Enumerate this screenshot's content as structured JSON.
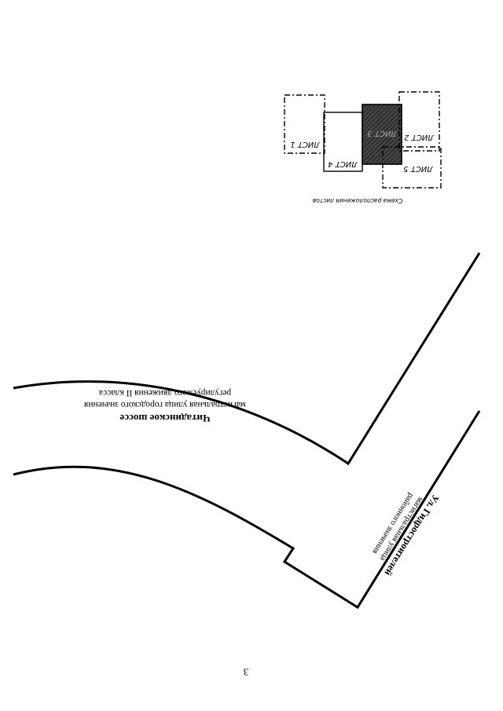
{
  "page": {
    "number": "3"
  },
  "key_plan": {
    "caption": "Схема расположения листов",
    "sheets": [
      {
        "id": 1,
        "label": "ЛИСТ 1"
      },
      {
        "id": 2,
        "label": "ЛИСТ 2"
      },
      {
        "id": 3,
        "label": "ЛИСТ 3",
        "current": true
      },
      {
        "id": 4,
        "label": "ЛИСТ 4"
      },
      {
        "id": 5,
        "label": "ЛИСТ 5"
      }
    ],
    "current_fill": "#333333"
  },
  "streets": {
    "chitadinskoe": {
      "name": "Читадинское шоссе",
      "desc_line1": "магистральная улица городского значения",
      "desc_line2": "регулируемого движения II класса"
    },
    "gidrostroiteley": {
      "name": "Ул. Гидростроителей",
      "desc_line1": "магистральная улица",
      "desc_line2": "районного значения"
    }
  }
}
